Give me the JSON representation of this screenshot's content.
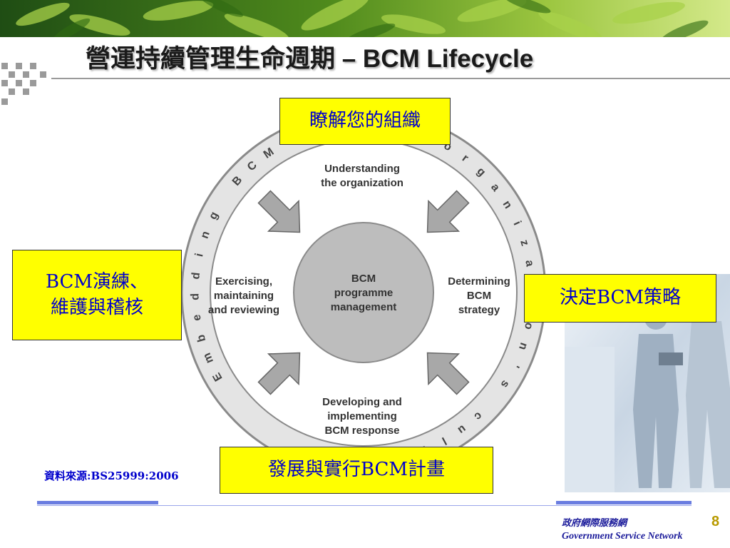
{
  "slide": {
    "title_cn": "營運持續管理生命週期",
    "title_en": " – BCM Lifecycle",
    "page_number": "8"
  },
  "diagram": {
    "center_label": [
      "BCM",
      "programme",
      "management"
    ],
    "stages": {
      "top": [
        "Understanding",
        "the organization"
      ],
      "right": [
        "Determining",
        "BCM",
        "strategy"
      ],
      "bottom": [
        "Developing and",
        "implementing",
        "BCM response"
      ],
      "left": [
        "Exercising,",
        "maintaining",
        "and reviewing"
      ]
    },
    "ring_text": "Embedding BCM in the organization's culture",
    "colors": {
      "outer_ring": "#e4e4e4",
      "ring_stroke": "#8a8a8a",
      "inner_disc": "#bdbdbd",
      "arrows": "#a8a8a8",
      "callout_fill": "#ffff00",
      "callout_text": "#0000cc"
    }
  },
  "callouts": {
    "top": "瞭解您的組織",
    "left_line1": "BCM演練、",
    "left_line2": "維護與稽核",
    "right": "決定BCM策略",
    "bottom": "發展與實行BCM計畫"
  },
  "source": "資料來源:BS25999:2006",
  "footer": {
    "org_cn": "政府網際服務網",
    "org_en": "Government Service Network"
  }
}
